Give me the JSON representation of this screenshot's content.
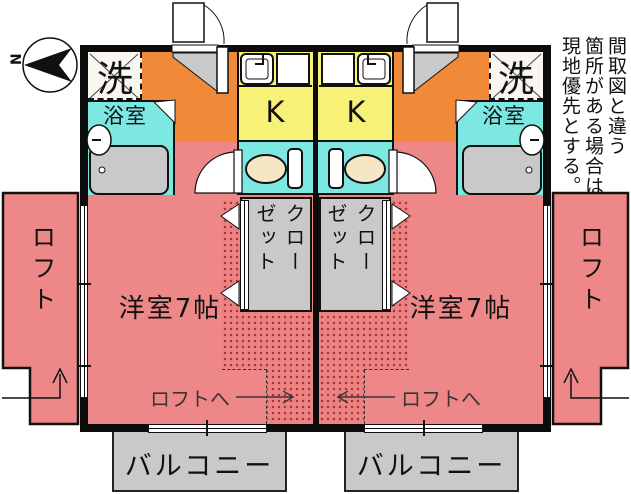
{
  "compass": {
    "north_label": "N"
  },
  "disclaimer": {
    "columns": [
      "間取図と違う",
      "箇所がある場合は",
      "現地優先とする。"
    ]
  },
  "labels": {
    "laundry": "洗",
    "bathroom": "浴室",
    "kitchen": "K",
    "closet_cols": [
      "クロー",
      "ゼット"
    ],
    "western_room": "洋室7帖",
    "to_loft": "ロフトへ",
    "loft": "ロフト",
    "balcony": "バルコニー"
  },
  "colors": {
    "room_pink": "#ee8888",
    "entry_orange": "#f08a38",
    "kitchen_yellow": "#f8f178",
    "wet_area_cyan": "#7de8e2",
    "gray_area": "#c9c9c9",
    "wall_black": "#0c0c0c",
    "hatch_dot_red": "#a33737"
  }
}
